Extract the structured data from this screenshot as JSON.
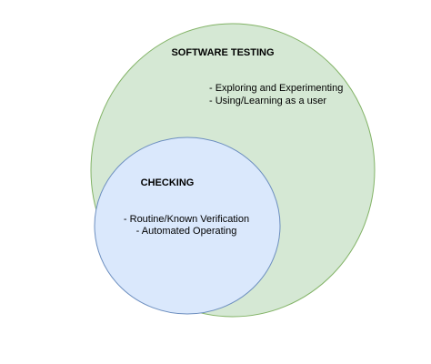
{
  "outer": {
    "title": "SOFTWARE TESTING",
    "items": [
      "- Exploring and Experimenting",
      "- Using/Learning as a user"
    ],
    "fill": "#d5e8d4",
    "stroke": "#82b366"
  },
  "inner": {
    "title": "CHECKING",
    "items": [
      "- Routine/Known Verification",
      "- Automated Operating"
    ],
    "fill": "#dae8fc",
    "stroke": "#6c8ebf"
  }
}
